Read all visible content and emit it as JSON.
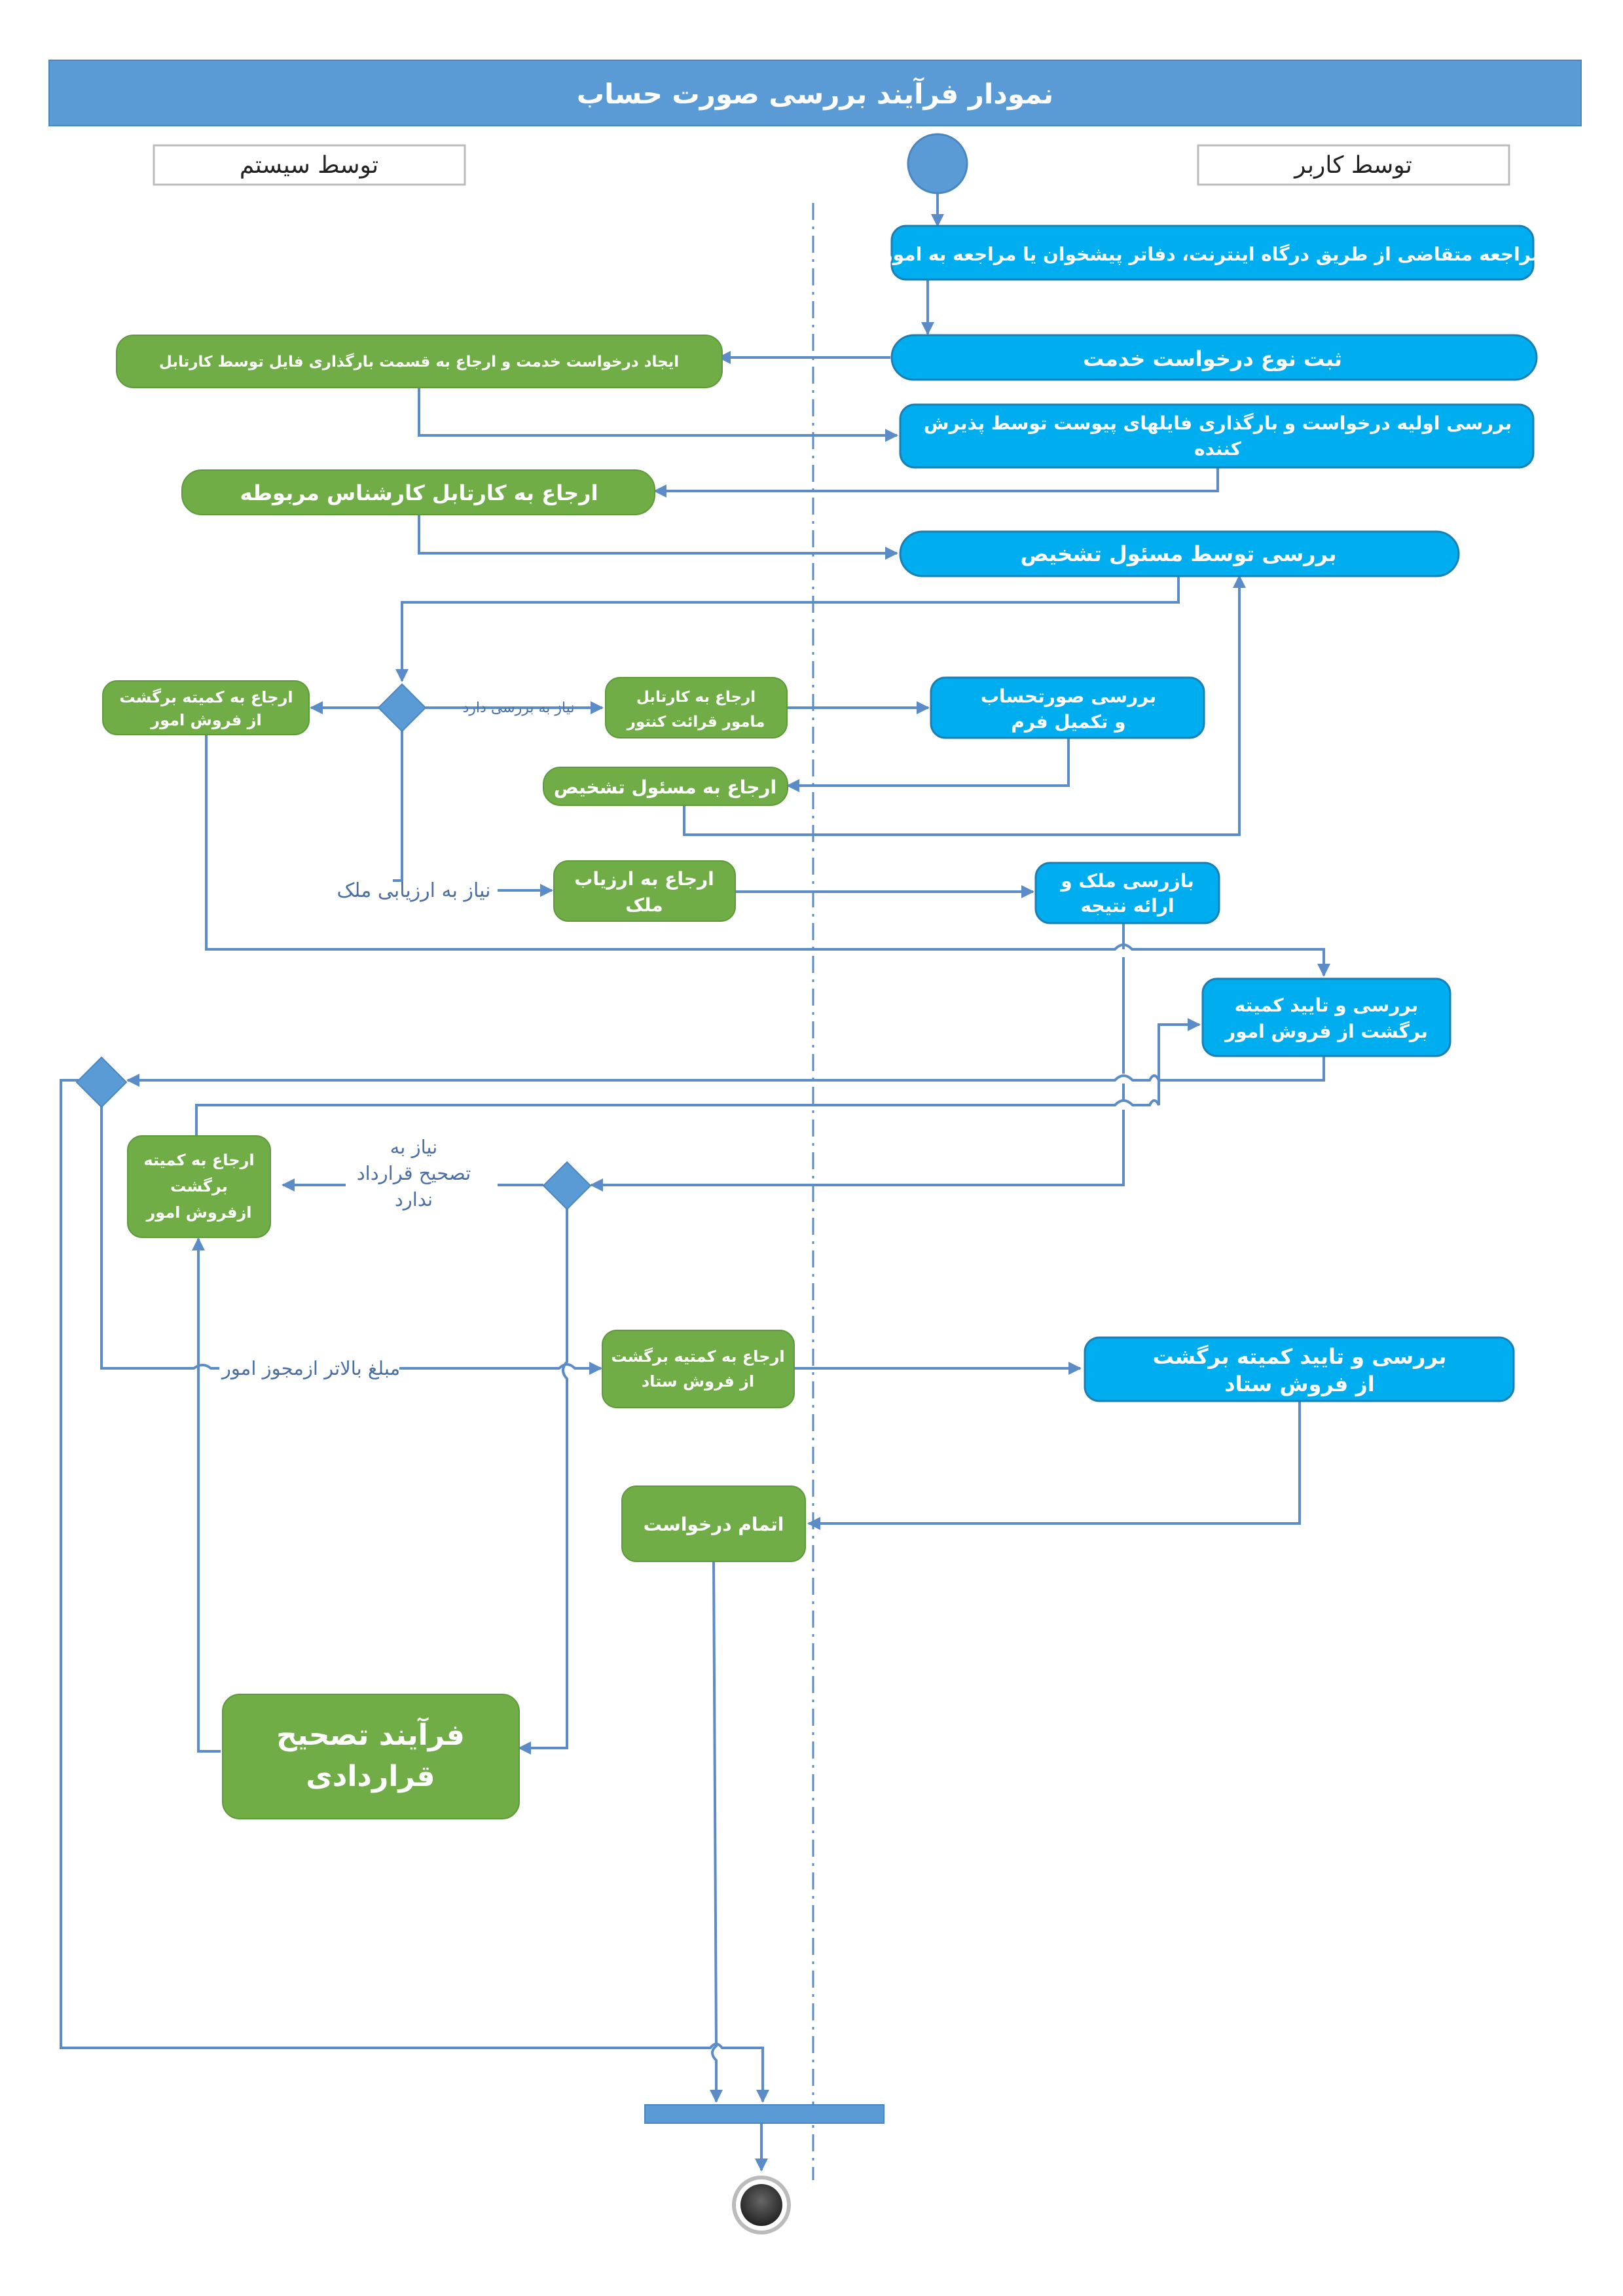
{
  "title": "نمودار فرآیند بررسی صورت حساب",
  "lanes": {
    "system": "توسط سیستم",
    "user": "توسط کاربر"
  },
  "nodes": {
    "visit": "مراجعه متقاضی از طریق درگاه اینترنت، دفاتر پیشخوان یا مراجعه به امور",
    "register_type": "ثبت نوع درخواست خدمت",
    "create_request": "ایجاد درخواست خدمت و ارجاع به قسمت بارگذاری فایل توسط کارتابل",
    "initial_review_1": "بررسی اولیه درخواست و بارگذاری فایلهای پیوست توسط پذیرش",
    "initial_review_2": "کننده",
    "refer_expert": "ارجاع به کارتابل کارشناس مربوطه",
    "diagnosis_review": "بررسی توسط مسئول تشخیص",
    "refer_committee_1": "ارجاع به کمیته برگشت",
    "refer_committee_2": "از فروش امور",
    "refer_meter_1": "ارجاع به کارتابل",
    "refer_meter_2": "مامور قرائت کنتور",
    "bill_review_1": "بررسی صورتحساب",
    "bill_review_2": "و تکمیل فرم",
    "refer_diagnosis": "ارجاع به  مسئول تشخیص",
    "refer_appraiser_1": "ارجاع به ارزیاب",
    "refer_appraiser_2": "ملک",
    "inspect_1": "بازرسی ملک و",
    "inspect_2": "ارائه نتیجه",
    "approve_office_1": "بررسی و تایید کمیته",
    "approve_office_2": "برگشت از فروش امور",
    "refer_committee_office_1": "ارجاع به کمیته",
    "refer_committee_office_2": "برگشت",
    "refer_committee_office_3": "ازفروش امور",
    "refer_hq_1": "ارجاع به کمتیه برگشت",
    "refer_hq_2": "از فروش ستاد",
    "approve_hq_1": "بررسی و تایید کمیته برگشت",
    "approve_hq_2": "از فروش ستاد",
    "complete": "اتمام درخواست",
    "contract_fix_1": "فرآیند تصحیح",
    "contract_fix_2": "قراردادی"
  },
  "edge_labels": {
    "needs_review": "نیاز به بررسی دارد",
    "needs_appraisal": "نیاز به ارزیابی ملک",
    "no_contract_fix_1": "نیاز به",
    "no_contract_fix_2": "تصحیح قرارداد",
    "no_contract_fix_3": "ندارد",
    "amount_above": "مبلغ بالاتر ازمجوز امور"
  },
  "colors": {
    "header": "#5b9bd5",
    "user_action": "#00aeef",
    "system_action": "#70ad47",
    "decision": "#5b9bd5",
    "edge": "#5b8cc8"
  }
}
